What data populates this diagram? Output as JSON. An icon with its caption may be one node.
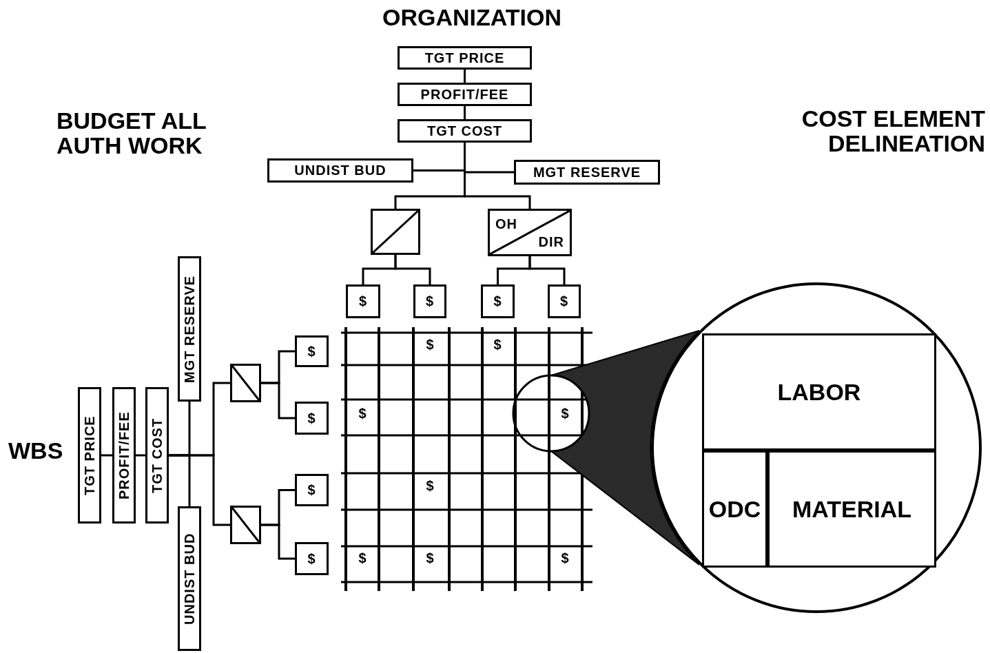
{
  "diagram": {
    "nodes": [
      {
        "text": [
          "TGT PRICE"
        ]
      },
      {
        "text": [
          "PROFIT/FEE"
        ]
      },
      {
        "text": [
          "TGT COST"
        ]
      },
      {
        "text": [
          "UNDIST BUD"
        ]
      },
      {
        "text": [
          "MGT RESERVE"
        ]
      },
      {
        "text": [],
        "shape": "box"
      },
      {
        "text": [
          "OH",
          "DIR"
        ]
      },
      {
        "text": [
          "$"
        ]
      },
      {
        "text": [
          "$"
        ]
      },
      {
        "text": [
          "$"
        ]
      },
      {
        "text": [
          "$"
        ]
      },
      {
        "text": [
          "TGT PRICE"
        ]
      },
      {
        "text": [
          "PROFIT/FEE"
        ]
      },
      {
        "text": [
          "TGT COST"
        ]
      },
      {
        "text": [
          "MGT RESERVE"
        ]
      },
      {
        "text": [
          "UNDIST BUD"
        ]
      },
      {
        "text": [],
        "shape": "box"
      },
      {
        "text": [],
        "shape": "box"
      },
      {
        "text": [
          "$"
        ]
      },
      {
        "text": [
          "$"
        ]
      },
      {
        "text": [
          "$"
        ]
      },
      {
        "text": [
          "$"
        ]
      },
      {
        "text": [],
        "shape": "circle"
      },
      {
        "text": [
          "LABOR"
        ],
        "in": 22
      },
      {
        "text": [
          "ODC"
        ],
        "in": 22
      },
      {
        "text": [
          "MATERIAL"
        ],
        "in": 22
      }
    ],
    "edges": [
      {
        "from": 0,
        "to": 1,
        "arrow": "none"
      },
      {
        "from": 1,
        "to": 2,
        "arrow": "none"
      },
      {
        "from": 2,
        "to": 3,
        "arrow": "none"
      },
      {
        "from": 2,
        "to": 4,
        "arrow": "none"
      },
      {
        "from": 2,
        "to": 5,
        "arrow": "none"
      },
      {
        "from": 2,
        "to": 6,
        "arrow": "none"
      },
      {
        "from": 5,
        "to": 7,
        "arrow": "none"
      },
      {
        "from": 5,
        "to": 8,
        "arrow": "none"
      },
      {
        "from": 6,
        "to": 9,
        "arrow": "none"
      },
      {
        "from": 6,
        "to": 10,
        "arrow": "none"
      },
      {
        "from": 11,
        "to": 12,
        "arrow": "none"
      },
      {
        "from": 12,
        "to": 13,
        "arrow": "none"
      },
      {
        "from": 13,
        "to": 14,
        "arrow": "none"
      },
      {
        "from": 13,
        "to": 15,
        "arrow": "none"
      },
      {
        "from": 13,
        "to": 16,
        "arrow": "none"
      },
      {
        "from": 13,
        "to": 17,
        "arrow": "none"
      },
      {
        "from": 16,
        "to": 18,
        "arrow": "none"
      },
      {
        "from": 16,
        "to": 19,
        "arrow": "none"
      },
      {
        "from": 17,
        "to": 20,
        "arrow": "none"
      },
      {
        "from": 17,
        "to": 21,
        "arrow": "none"
      }
    ],
    "labels": [
      "ORGANIZATION",
      "BUDGET ALL AUTH WORK",
      "COST ELEMENT DELINEATION",
      "WBS",
      "$",
      "$",
      "$",
      "$",
      "$",
      "$",
      "$",
      "$"
    ]
  }
}
